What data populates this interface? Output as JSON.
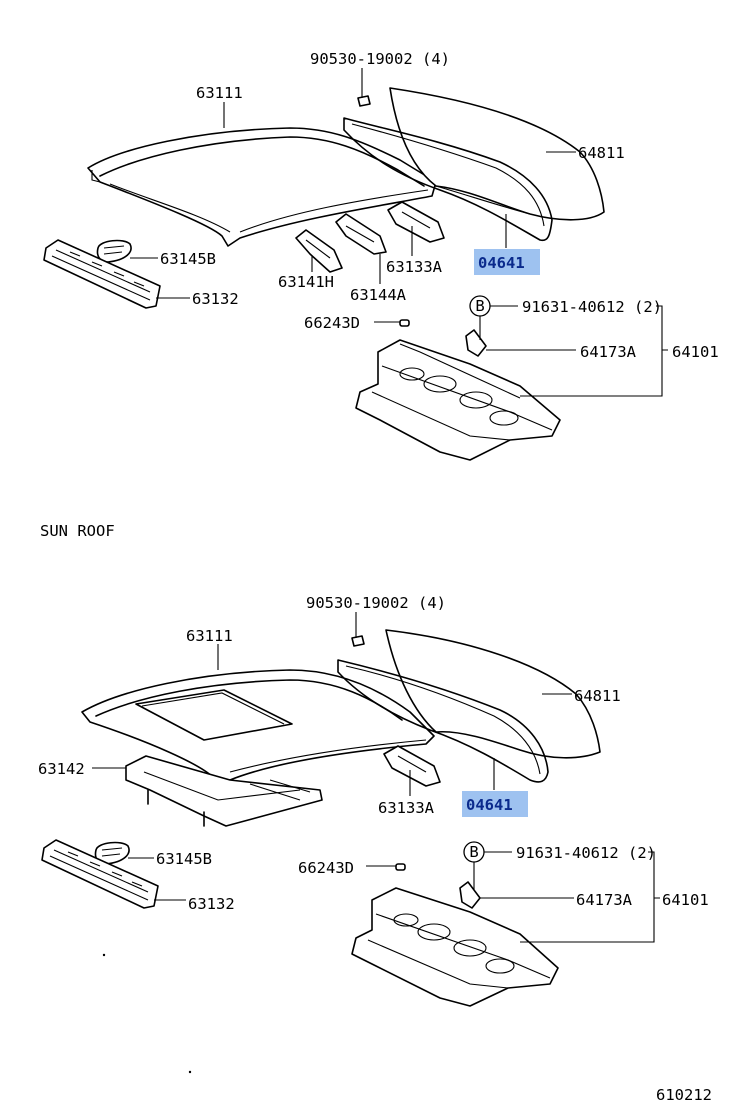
{
  "colors": {
    "highlight": "#9ec2f0",
    "highlight_text": "#0a2a8c",
    "line": "#000000"
  },
  "section_label": "SUN ROOF",
  "footer_code": "610212",
  "callout_letter": "B",
  "top": {
    "p90530": "90530-19002 (4)",
    "p63111": "63111",
    "p64811": "64811",
    "p04641": "04641",
    "p63145b": "63145B",
    "p63132": "63132",
    "p63141h": "63141H",
    "p63133a": "63133A",
    "p63144a": "63144A",
    "p91631": "91631-40612 (2)",
    "p66243d": "66243D",
    "p64173a": "64173A",
    "p64101": "64101"
  },
  "bottom": {
    "p90530": "90530-19002 (4)",
    "p63111": "63111",
    "p64811": "64811",
    "p63142": "63142",
    "p63133a": "63133A",
    "p04641": "04641",
    "p63145b": "63145B",
    "p63132": "63132",
    "p66243d": "66243D",
    "p91631": "91631-40612 (2)",
    "p64173a": "64173A",
    "p64101": "64101"
  }
}
